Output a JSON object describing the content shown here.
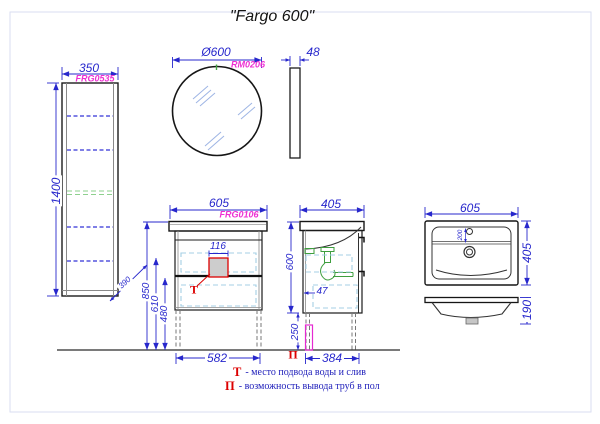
{
  "title": "\"Fargo 600\"",
  "tall_cabinet": {
    "code": "FRG0535",
    "width": "350",
    "height": "1400",
    "depth_diag": "390"
  },
  "mirror": {
    "diameter": "Ø600",
    "code": "RM0206",
    "depth": "48"
  },
  "vanity_front": {
    "code": "FRG0106",
    "width": "605",
    "cutout_width": "116",
    "height_to_top": "850",
    "height_mid": "610",
    "height_low": "480",
    "leg_span": "582",
    "water_symbol": "Т"
  },
  "vanity_side": {
    "depth": "405",
    "body_height": "600",
    "back_offset": "47",
    "floor_clearance": "250",
    "leg_depth_span": "384",
    "pipe_symbol": "П"
  },
  "sink": {
    "width": "605",
    "depth": "405",
    "height": "190",
    "faucet_offset": "200"
  },
  "legend": {
    "water": {
      "symbol": "Т",
      "text": "- место подвода воды и слив"
    },
    "pipes": {
      "symbol": "П",
      "text": "- возможность вывода труб в пол"
    }
  },
  "colors": {
    "dimension_blue": "#2727cc",
    "code_magenta": "#ee2fd2",
    "marker_red": "#dc0000",
    "drawer_dash": "#a4cfe4",
    "shelf_dash": "#5555dd",
    "plumbing_green": "#3e9e3e",
    "pipe_magenta": "#e52ad2",
    "frame": "#dadef1"
  }
}
